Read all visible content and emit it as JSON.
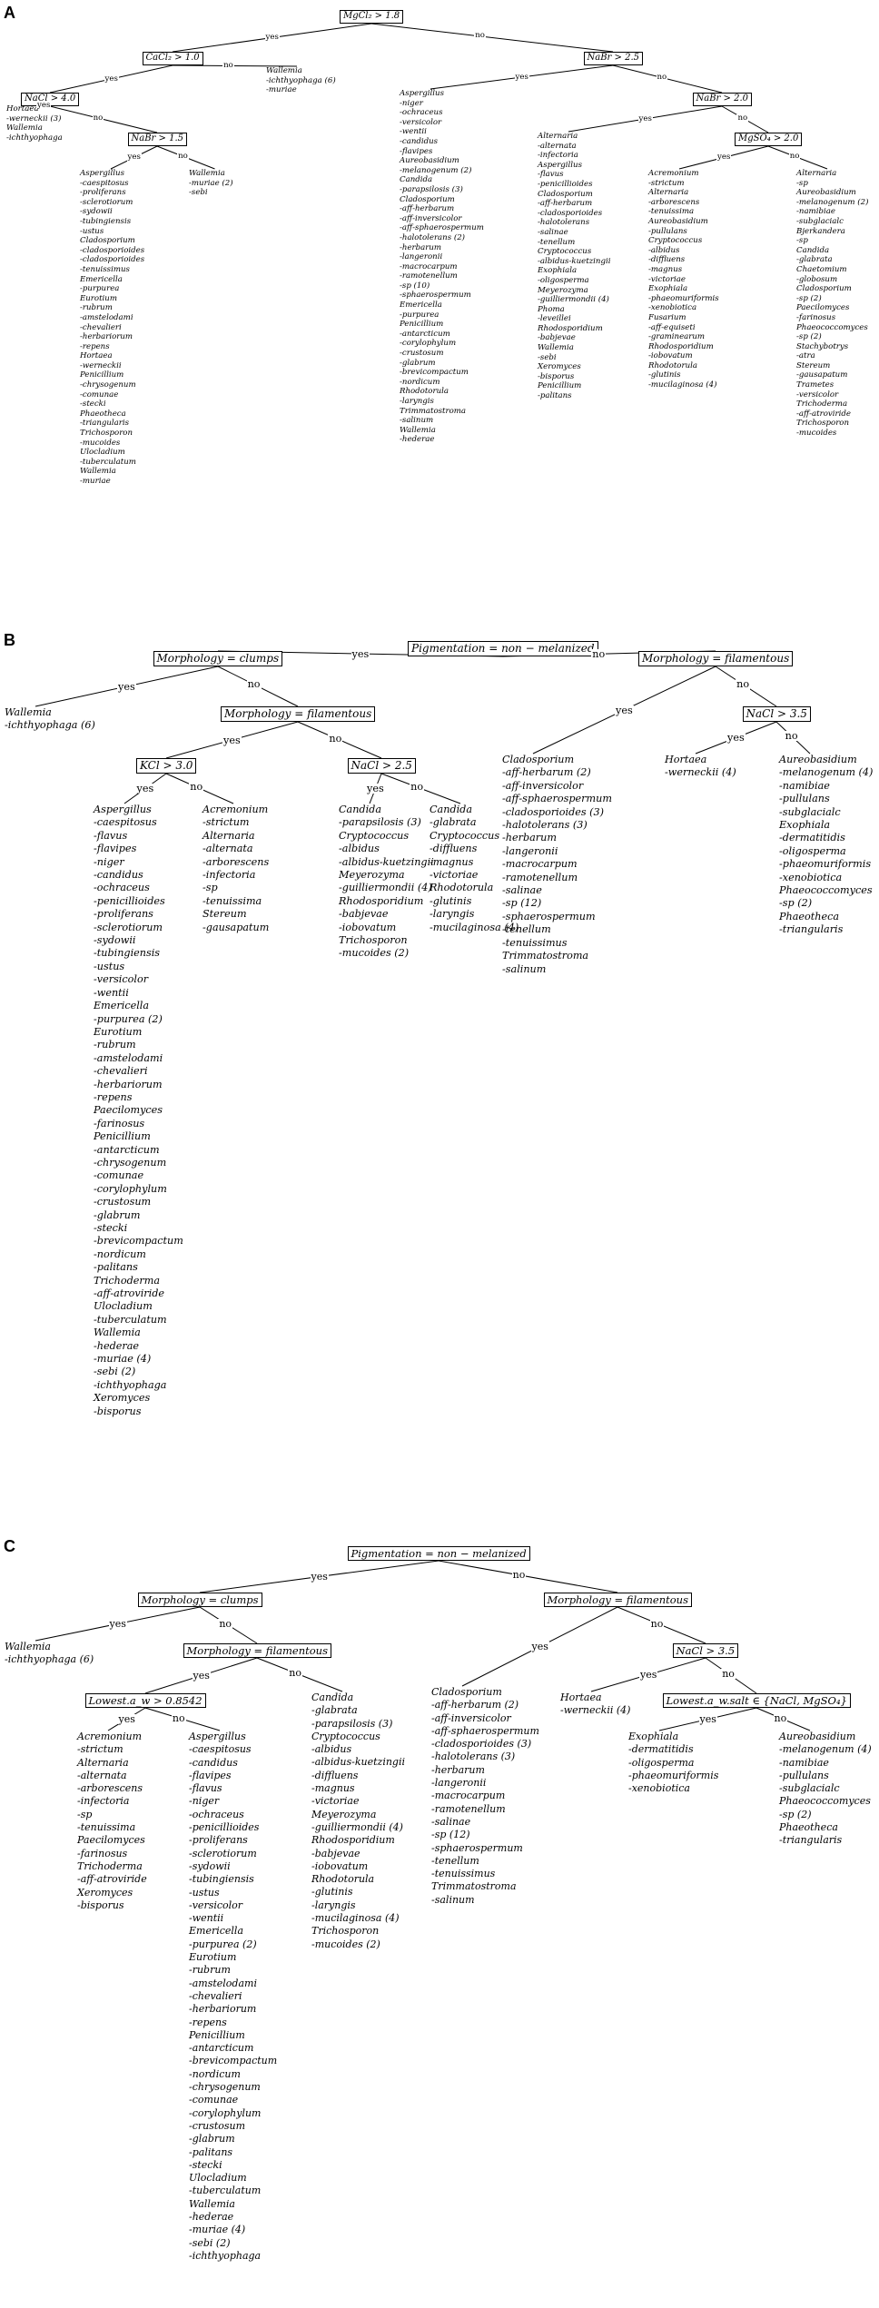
{
  "panels": [
    {
      "label": "A",
      "edge_labels": {
        "yes": "yes",
        "no": "no"
      },
      "nodes": {
        "a_root": "MgCl₂ > 1.8",
        "a_cacl": "CaCl₂ > 1.0",
        "a_nabr1": "NaBr > 2.5",
        "a_nacl": "NaCl > 4.0",
        "a_nabr2": "NaBr > 1.5",
        "a_nabr3": "NaBr > 2.0",
        "a_mgso": "MgSO₄ > 2.0"
      },
      "leaves": {
        "a_l1": [
          "Hortaea",
          "-werneckii (3)",
          "Wallemia",
          "-ichthyophaga"
        ],
        "a_l2": [
          "Aspergillus",
          "-caespitosus",
          "-proliferans",
          "-sclerotiorum",
          "-sydowii",
          "-tubingiensis",
          "-ustus",
          "Cladosporium",
          "-cladosporioides",
          "-cladosporioides",
          "-tenuissimus",
          "Emericella",
          "-purpurea",
          "Eurotium",
          "-rubrum",
          "-amstelodami",
          "-chevalieri",
          "-herbariorum",
          "-repens",
          "Hortaea",
          "-werneckii",
          "Penicillium",
          "-chrysogenum",
          "-comunae",
          "-stecki",
          "Phaeotheca",
          "-triangularis",
          "Trichosporon",
          "-mucoides",
          "Ulocladium",
          "-tuberculatum",
          "Wallemia",
          "-muriae"
        ],
        "a_l3": [
          "Wallemia",
          "-muriae (2)",
          "-sebi"
        ],
        "a_l4": [
          "Wallemia",
          "-ichthyophaga (6)",
          "-muriae"
        ],
        "a_l5": [
          "Aspergillus",
          "-niger",
          "-ochraceus",
          "-versicolor",
          "-wentii",
          "-candidus",
          "-flavipes",
          "Aureobasidium",
          "-melanogenum (2)",
          "Candida",
          "-parapsilosis (3)",
          "Cladosporium",
          "-aff-herbarum",
          "-aff-inversicolor",
          "-aff-sphaerospermum",
          "-halotolerans (2)",
          "-herbarum",
          "-langeronii",
          "-macrocarpum",
          "-ramotenellum",
          "-sp (10)",
          "-sphaerospermum",
          "Emericella",
          "-purpurea",
          "Penicillium",
          "-antarcticum",
          "-corylophylum",
          "-crustosum",
          "-glabrum",
          "-brevicompactum",
          "-nordicum",
          "Rhodotorula",
          "-laryngis",
          "Trimmatostroma",
          "-salinum",
          "Wallemia",
          "-hederae"
        ],
        "a_l6": [
          "Alternaria",
          "-alternata",
          "-infectoria",
          "Aspergillus",
          "-flavus",
          "-penicillioides",
          "Cladosporium",
          "-aff-herbarum",
          "-cladosporioides",
          "-halotolerans",
          "-salinae",
          "-tenellum",
          "Cryptococcus",
          "-albidus-kuetzingii",
          "Exophiala",
          "-oligosperma",
          "Meyerozyma",
          "-guilliermondii (4)",
          "Phoma",
          "-leveillei",
          "Rhodosporidium",
          "-babjevae",
          "Wallemia",
          "-sebi",
          "Xeromyces",
          "-bisporus",
          "Penicillium",
          "-palitans"
        ],
        "a_l7": [
          "Acremonium",
          "-strictum",
          "Alternaria",
          "-arborescens",
          "-tenuissima",
          "Aureobasidium",
          "-pullulans",
          "Cryptococcus",
          "-albidus",
          "-diffluens",
          "-magnus",
          "-victoriae",
          "Exophiala",
          "-phaeomuriformis",
          "-xenobiotica",
          "Fusarium",
          "-aff-equiseti",
          "-graminearum",
          "Rhodosporidium",
          "-iobovatum",
          "Rhodotorula",
          "-glutinis",
          "-mucilaginosa (4)"
        ],
        "a_l8": [
          "Alternaria",
          "-sp",
          "Aureobasidium",
          "-melanogenum (2)",
          "-namibiae",
          "-subglacialc",
          "Bjerkandera",
          "-sp",
          "Candida",
          "-glabrata",
          "Chaetomium",
          "-globosum",
          "Cladosporium",
          "-sp (2)",
          "Paecilomyces",
          "-farinosus",
          "Phaeococcomyces",
          "-sp (2)",
          "Stachybotrys",
          "-atra",
          "Stereum",
          "-gausapatum",
          "Trametes",
          "-versicolor",
          "Trichoderma",
          "-aff-atroviride",
          "Trichosporon",
          "-mucoides"
        ]
      }
    },
    {
      "label": "B",
      "edge_labels": {
        "yes": "yes",
        "no": "no"
      },
      "nodes": {
        "b_root": "Pigmentation = non − melanized",
        "b_clumps": "Morphology = clumps",
        "b_fil2": "Morphology = filamentous",
        "b_fil1": "Morphology = filamentous",
        "b_nacl1": "NaCl > 3.5",
        "b_kcl": "KCl > 3.0",
        "b_nacl2": "NaCl > 2.5"
      },
      "leaves": {
        "b_l1": [
          "Wallemia",
          "-ichthyophaga (6)"
        ],
        "b_l2": [
          "Aspergillus",
          "-caespitosus",
          "-flavus",
          "-flavipes",
          "-niger",
          "-candidus",
          "-ochraceus",
          "-penicillioides",
          "-proliferans",
          "-sclerotiorum",
          "-sydowii",
          "-tubingiensis",
          "-ustus",
          "-versicolor",
          "-wentii",
          "Emericella",
          "-purpurea (2)",
          "Eurotium",
          "-rubrum",
          "-amstelodami",
          "-chevalieri",
          "-herbariorum",
          "-repens",
          "Paecilomyces",
          "-farinosus",
          "Penicillium",
          "-antarcticum",
          "-chrysogenum",
          "-comunae",
          "-corylophylum",
          "-crustosum",
          "-glabrum",
          "-stecki",
          "-brevicompactum",
          "-nordicum",
          "-palitans",
          "Trichoderma",
          "-aff-atroviride",
          "Ulocladium",
          "-tuberculatum",
          "Wallemia",
          "-hederae",
          "-muriae (4)",
          "-sebi (2)",
          "-ichthyophaga",
          "Xeromyces",
          "-bisporus"
        ],
        "b_l3": [
          "Acremonium",
          "-strictum",
          "Alternaria",
          "-alternata",
          "-arborescens",
          "-infectoria",
          "-sp",
          "-tenuissima",
          "Stereum",
          "-gausapatum"
        ],
        "b_l4": [
          "Candida",
          "-parapsilosis (3)",
          "Cryptococcus",
          "-albidus",
          "-albidus-kuetzingii",
          "Meyerozyma",
          "-guilliermondii (4)",
          "Rhodosporidium",
          "-babjevae",
          "-iobovatum",
          "Trichosporon",
          "-mucoides (2)"
        ],
        "b_l5": [
          "Candida",
          "-glabrata",
          "Cryptococcus",
          "-diffluens",
          "-magnus",
          "-victoriae",
          "Rhodotorula",
          "-glutinis",
          "-laryngis",
          "-mucilaginosa (4)"
        ],
        "b_l6": [
          "Cladosporium",
          "-aff-herbarum (2)",
          "-aff-inversicolor",
          "-aff-sphaerospermum",
          "-cladosporioides (3)",
          "-halotolerans (3)",
          "-herbarum",
          "-langeronii",
          "-macrocarpum",
          "-ramotenellum",
          "-salinae",
          "-sp (12)",
          "-sphaerospermum",
          "-tenellum",
          "-tenuissimus",
          "Trimmatostroma",
          "-salinum"
        ],
        "b_l7": [
          "Hortaea",
          "-werneckii (4)"
        ],
        "b_l8": [
          "Aureobasidium",
          "-melanogenum (4)",
          "-namibiae",
          "-pullulans",
          "-subglacialc",
          "Exophiala",
          "-dermatitidis",
          "-oligosperma",
          "-phaeomuriformis",
          "-xenobiotica",
          "Phaeococcomyces",
          "-sp (2)",
          "Phaeotheca",
          "-triangularis"
        ]
      }
    },
    {
      "label": "C",
      "edge_labels": {
        "yes": "yes",
        "no": "no"
      },
      "nodes": {
        "c_root": "Pigmentation = non − melanized",
        "c_clumps": "Morphology = clumps",
        "c_fil2": "Morphology = filamentous",
        "c_fil1": "Morphology = filamentous",
        "c_nacl": "NaCl > 3.5",
        "c_aw": "Lowest.a_w > 0.8542",
        "c_salt": "Lowest.a_w.salt ∈ {NaCl, MgSO₄}"
      },
      "leaves": {
        "c_l1": [
          "Wallemia",
          "-ichthyophaga (6)"
        ],
        "c_l2": [
          "Acremonium",
          "-strictum",
          "Alternaria",
          "-alternata",
          "-arborescens",
          "-infectoria",
          "-sp",
          "-tenuissima",
          "Paecilomyces",
          "-farinosus",
          "Trichoderma",
          "-aff-atroviride",
          "Xeromyces",
          "-bisporus"
        ],
        "c_l3": [
          "Aspergillus",
          "-caespitosus",
          "-candidus",
          "-flavipes",
          "-flavus",
          "-niger",
          "-ochraceus",
          "-penicillioides",
          "-proliferans",
          "-sclerotiorum",
          "-sydowii",
          "-tubingiensis",
          "-ustus",
          "-versicolor",
          "-wentii",
          "Emericella",
          "-purpurea (2)",
          "Eurotium",
          "-rubrum",
          "-amstelodami",
          "-chevalieri",
          "-herbariorum",
          "-repens",
          "Penicillium",
          "-antarcticum",
          "-brevicompactum",
          "-nordicum",
          "-chrysogenum",
          "-comunae",
          "-corylophylum",
          "-crustosum",
          "-glabrum",
          "-palitans",
          "-stecki",
          "Ulocladium",
          "-tuberculatum",
          "Wallemia",
          "-hederae",
          "-muriae (4)",
          "-sebi (2)",
          "-ichthyophaga"
        ],
        "c_l4": [
          "Candida",
          "-glabrata",
          "-parapsilosis (3)",
          "Cryptococcus",
          "-albidus",
          "-albidus-kuetzingii",
          "-diffluens",
          "-magnus",
          "-victoriae",
          "Meyerozyma",
          "-guilliermondii (4)",
          "Rhodosporidium",
          "-babjevae",
          "-iobovatum",
          "Rhodotorula",
          "-glutinis",
          "-laryngis",
          "-mucilaginosa (4)",
          "Trichosporon",
          "-mucoides (2)"
        ],
        "c_l5": [
          "Cladosporium",
          "-aff-herbarum (2)",
          "-aff-inversicolor",
          "-aff-sphaerospermum",
          "-cladosporioides (3)",
          "-halotolerans (3)",
          "-herbarum",
          "-langeronii",
          "-macrocarpum",
          "-ramotenellum",
          "-salinae",
          "-sp (12)",
          "-sphaerospermum",
          "-tenellum",
          "-tenuissimus",
          "Trimmatostroma",
          "-salinum"
        ],
        "c_l6": [
          "Hortaea",
          "-werneckii (4)"
        ],
        "c_l7": [
          "Exophiala",
          "-dermatitidis",
          "-oligosperma",
          "-phaeomuriformis",
          "-xenobiotica"
        ],
        "c_l8": [
          "Aureobasidium",
          "-melanogenum (4)",
          "-namibiae",
          "-pullulans",
          "-subglacialc",
          "Phaeococcomyces",
          "-sp (2)",
          "Phaeotheca",
          "-triangularis"
        ]
      }
    }
  ]
}
